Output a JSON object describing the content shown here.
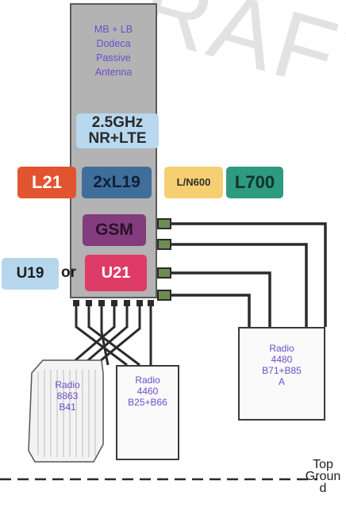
{
  "antenna": {
    "title_lines": [
      "MB + LB",
      "Dodeca",
      "Passive",
      "Antenna"
    ]
  },
  "bands": {
    "nr_lte_line1": "2.5GHz",
    "nr_lte_line2": "NR+LTE",
    "l21": "L21",
    "two_x_l19": "2xL19",
    "l_n600": "L/N600",
    "l700": "L700",
    "gsm": "GSM",
    "u19": "U19",
    "or": "or",
    "u21": "U21"
  },
  "radios": [
    {
      "lines": [
        "Radio",
        "8863",
        "B41"
      ]
    },
    {
      "lines": [
        "Radio",
        "4460",
        "B25+B66"
      ]
    },
    {
      "lines": [
        "Radio",
        "4480",
        "B71+B85",
        "A"
      ]
    }
  ],
  "ground": {
    "lines": [
      "Top",
      "Groun",
      "d"
    ]
  },
  "colors": {
    "l21": "#e2542f",
    "two_x_l19": "#3f6e9a",
    "l_n600": "#f6cf73",
    "l700": "#2e9a80",
    "gsm": "#833c7e",
    "u21": "#de3b66",
    "u19": "#b6d6ed",
    "nr_lte": "#b8d8ef",
    "antenna": "#b3b3b3",
    "radio_text": "#6a4fc9",
    "port": "#6e8c52"
  }
}
